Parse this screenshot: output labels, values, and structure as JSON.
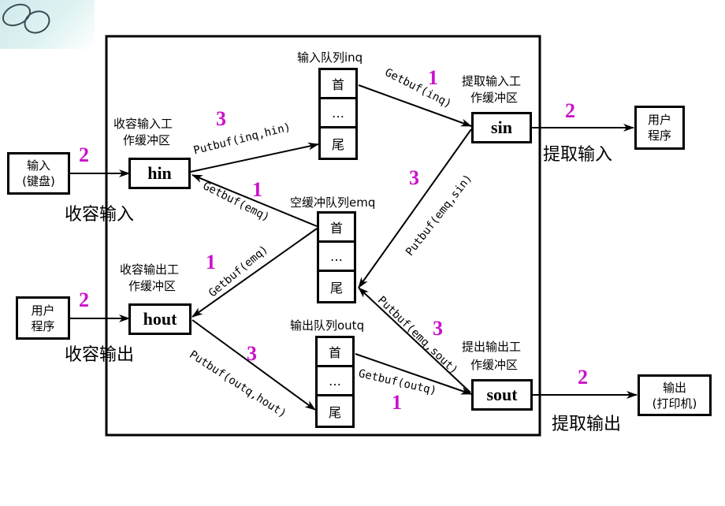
{
  "colors": {
    "step_number": "#cc11cc",
    "line": "#000000"
  },
  "buffers": {
    "hin": {
      "label": "hin",
      "caption_line1": "收容输入工",
      "caption_line2": "作缓冲区"
    },
    "hout": {
      "label": "hout",
      "caption_line1": "收容输出工",
      "caption_line2": "作缓冲区"
    },
    "sin": {
      "label": "sin",
      "caption_line1": "提取输入工",
      "caption_line2": "作缓冲区"
    },
    "sout": {
      "label": "sout",
      "caption_line1": "提出输出工",
      "caption_line2": "作缓冲区"
    }
  },
  "queues": {
    "inq": {
      "title": "输入队列inq",
      "cells": [
        "首",
        "…",
        "尾"
      ]
    },
    "emq": {
      "title": "空缓冲队列emq",
      "cells": [
        "首",
        "…",
        "尾"
      ]
    },
    "outq": {
      "title": "输出队列outq",
      "cells": [
        "首",
        "…",
        "尾"
      ]
    }
  },
  "external": {
    "keyboard": {
      "line1": "输入",
      "line2": "(键盘)"
    },
    "user_in": {
      "line1": "用户",
      "line2": "程序"
    },
    "user_out": {
      "line1": "用户",
      "line2": "程序"
    },
    "printer": {
      "line1": "输出",
      "line2": "(打印机)"
    }
  },
  "operations": {
    "collect_input": "收容输入",
    "collect_output": "收容输出",
    "extract_input": "提取输入",
    "extract_output": "提取输出"
  },
  "edges": [
    {
      "id": "getbuf-emq-hin",
      "label": "Getbuf(emq)",
      "step": "1"
    },
    {
      "id": "putbuf-inq-hin",
      "label": "Putbuf(inq,hin)",
      "step": "3"
    },
    {
      "id": "getbuf-inq",
      "label": "Getbuf(inq)",
      "step": "1"
    },
    {
      "id": "putbuf-emq-sin",
      "label": "Putbuf(emq,sin)",
      "step": "3"
    },
    {
      "id": "getbuf-emq-hout",
      "label": "Getbuf(emq)",
      "step": "1"
    },
    {
      "id": "putbuf-outq-hout",
      "label": "Putbuf(outq,hout)",
      "step": "3"
    },
    {
      "id": "getbuf-outq",
      "label": "Getbuf(outq)",
      "step": "1"
    },
    {
      "id": "putbuf-emq-sout",
      "label": "Putbuf(emq,sout)",
      "step": "3"
    },
    {
      "id": "keyboard-hin",
      "label": "",
      "step": "2"
    },
    {
      "id": "user-hout",
      "label": "",
      "step": "2"
    },
    {
      "id": "sin-user",
      "label": "",
      "step": "2"
    },
    {
      "id": "sout-printer",
      "label": "",
      "step": "2"
    }
  ]
}
